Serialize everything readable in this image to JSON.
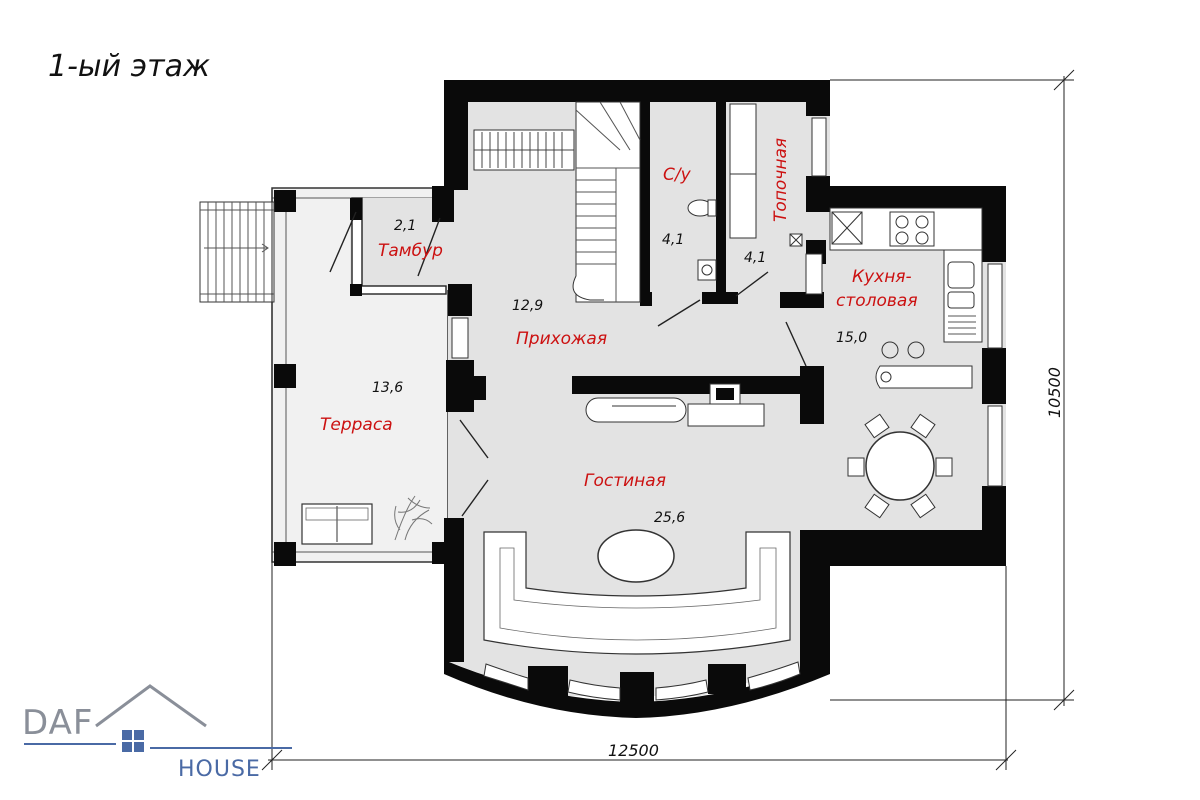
{
  "title": "1-ый этаж",
  "colors": {
    "room_label": "#cc1111",
    "wall": "#0a0a0a",
    "floor": "#e3e3e3",
    "terrace_floor": "#f1f1f1",
    "logo": "#4a6aa5",
    "logo_grey": "#8a8f99"
  },
  "rooms": [
    {
      "name": "Тамбур",
      "area": "2,1"
    },
    {
      "name": "Прихожая",
      "area": "12,9"
    },
    {
      "name": "С/у",
      "area": "4,1"
    },
    {
      "name": "Топочная",
      "area": "4,1"
    },
    {
      "name": "Кухня-",
      "name2": "столовая",
      "area": "15,0"
    },
    {
      "name": "Терраса",
      "area": "13,6"
    },
    {
      "name": "Гостиная",
      "area": "25,6"
    }
  ],
  "dimensions": {
    "width": "12500",
    "height": "10500"
  },
  "logo": {
    "word1": "DAF",
    "word2": "HOUSE"
  }
}
